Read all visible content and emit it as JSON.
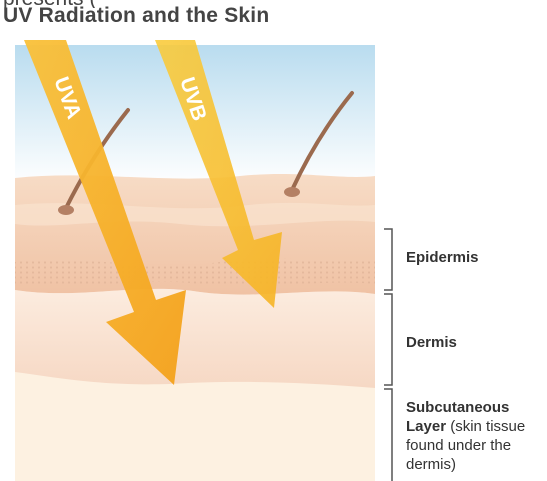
{
  "header": {
    "clipped_line": "presents (",
    "title": "UV Radiation and the Skin"
  },
  "arrows": [
    {
      "label": "UVA",
      "color": "#f6a519"
    },
    {
      "label": "UVB",
      "color": "#f9c22f"
    }
  ],
  "layers": [
    {
      "name": "Epidermis"
    },
    {
      "name": "Dermis"
    },
    {
      "name": "Subcutaneous",
      "name_line2": "Layer",
      "description_inline": "(skin tissue",
      "description_rest": [
        "found under the",
        "dermis)"
      ]
    }
  ],
  "colors": {
    "sky_top": "#b9dcef",
    "sky_bottom": "#ffffff",
    "epidermis": "#f3c9a8",
    "dermis": "#fbe7d6",
    "subcutaneous": "#fdf1e1",
    "hair": "#9b6a4e",
    "bracket": "#555555"
  }
}
